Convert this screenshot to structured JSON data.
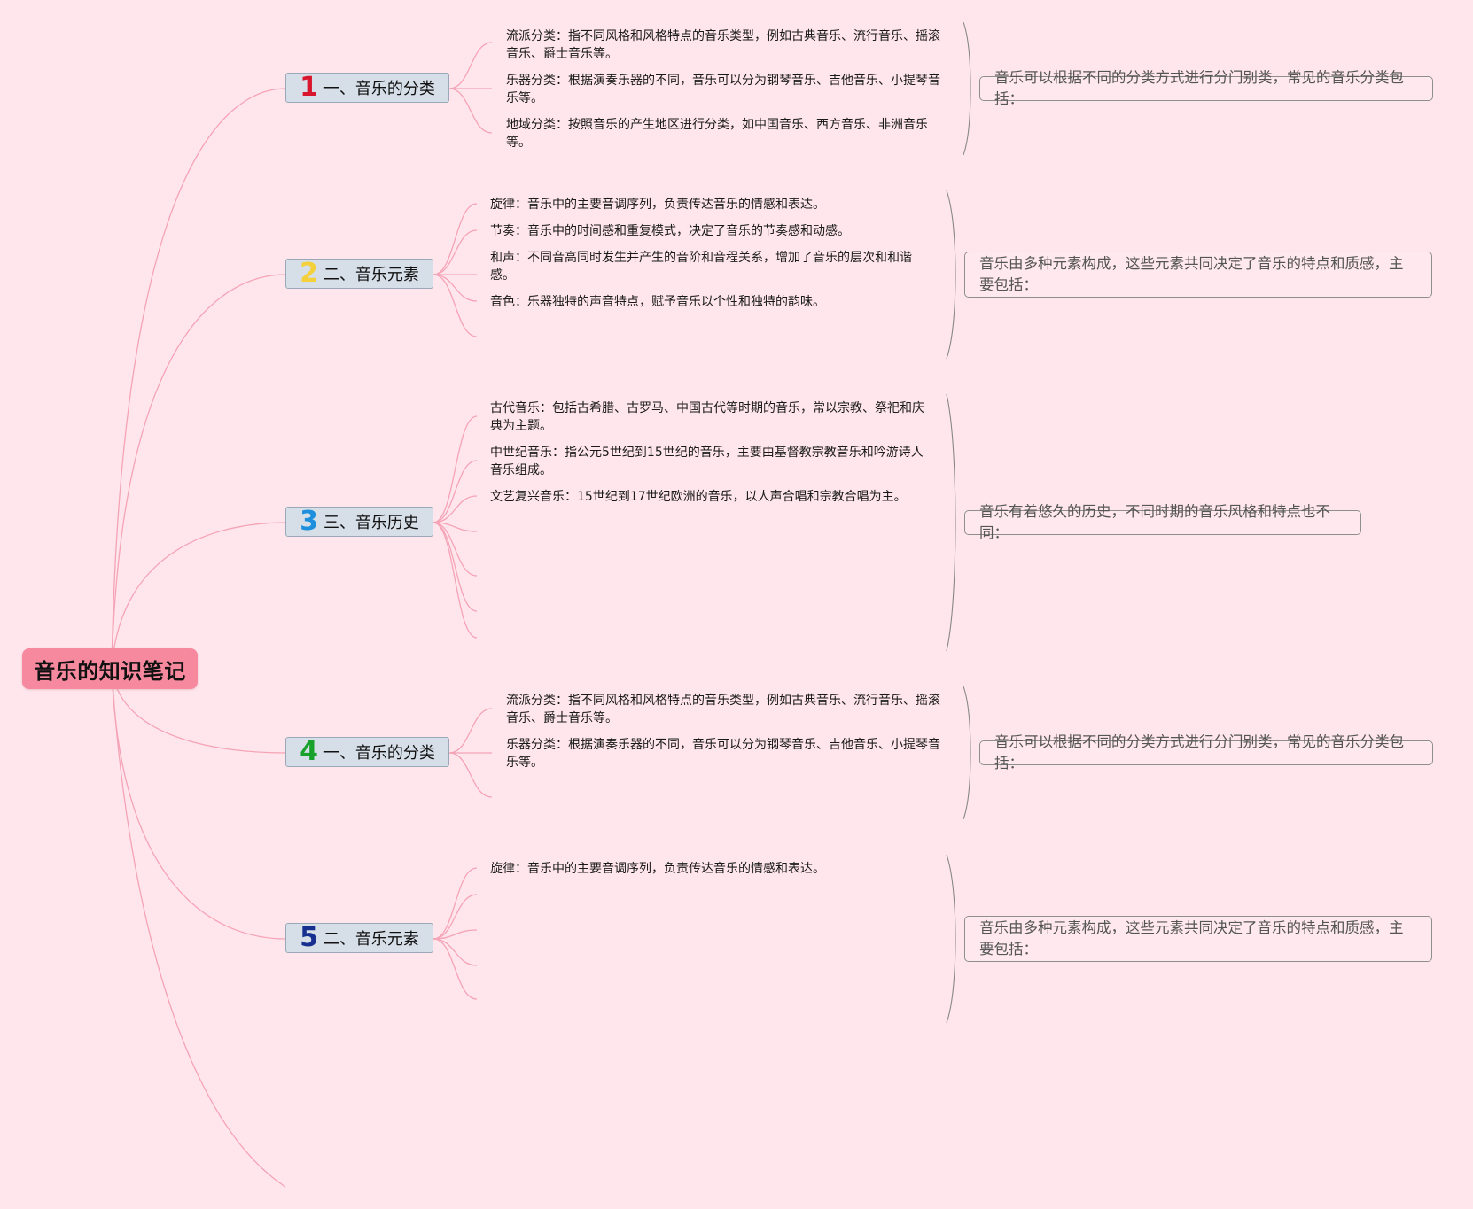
{
  "root": {
    "title": "音乐的知识笔记"
  },
  "colors": {
    "background": "#ffe6ec",
    "root_fill": "#f7899f",
    "branch_fill": "#d6dee8",
    "connector": "#f5a3b6",
    "bracket": "#888888",
    "number_1": "#d8162d",
    "number_2": "#f4d13a",
    "number_3": "#1d8fdc",
    "number_4": "#19a22b",
    "number_5": "#17308f"
  },
  "topics": [
    {
      "number": "1",
      "title": "一、音乐的分类",
      "summary": "音乐可以根据不同的分类方式进行分门别类，常见的音乐分类包括：",
      "leaves": [
        "流派分类：指不同风格和风格特点的音乐类型，例如古典音乐、流行音乐、摇滚音乐、爵士音乐等。",
        "乐器分类：根据演奏乐器的不同，音乐可以分为钢琴音乐、吉他音乐、小提琴音乐等。",
        "地域分类：按照音乐的产生地区进行分类，如中国音乐、西方音乐、非洲音乐等。"
      ]
    },
    {
      "number": "2",
      "title": "二、音乐元素",
      "summary": "音乐由多种元素构成，这些元素共同决定了音乐的特点和质感，主要包括：",
      "leaves": [
        "旋律：音乐中的主要音调序列，负责传达音乐的情感和表达。",
        "节奏：音乐中的时间感和重复模式，决定了音乐的节奏感和动感。",
        "和声：不同音高同时发生并产生的音阶和音程关系，增加了音乐的层次和和谐感。",
        "音色：乐器独特的声音特点，赋予音乐以个性和独特的韵味。"
      ]
    },
    {
      "number": "3",
      "title": "三、音乐历史",
      "summary": "音乐有着悠久的历史，不同时期的音乐风格和特点也不同：",
      "leaves": [
        "古代音乐：包括古希腊、古罗马、中国古代等时期的音乐，常以宗教、祭祀和庆典为主题。",
        "中世纪音乐：指公元5世纪到15世纪的音乐，主要由基督教宗教音乐和吟游诗人音乐组成。",
        "文艺复兴音乐：15世纪到17世纪欧洲的音乐，以人声合唱和宗教合唱为主。"
      ]
    },
    {
      "number": "4",
      "title": "一、音乐的分类",
      "summary": "音乐可以根据不同的分类方式进行分门别类，常见的音乐分类包括：",
      "leaves": [
        "流派分类：指不同风格和风格特点的音乐类型，例如古典音乐、流行音乐、摇滚音乐、爵士音乐等。",
        "乐器分类：根据演奏乐器的不同，音乐可以分为钢琴音乐、吉他音乐、小提琴音乐等。"
      ]
    },
    {
      "number": "5",
      "title": "二、音乐元素",
      "summary": "音乐由多种元素构成，这些元素共同决定了音乐的特点和质感，主要包括：",
      "leaves": [
        "旋律：音乐中的主要音调序列，负责传达音乐的情感和表达。"
      ]
    }
  ]
}
